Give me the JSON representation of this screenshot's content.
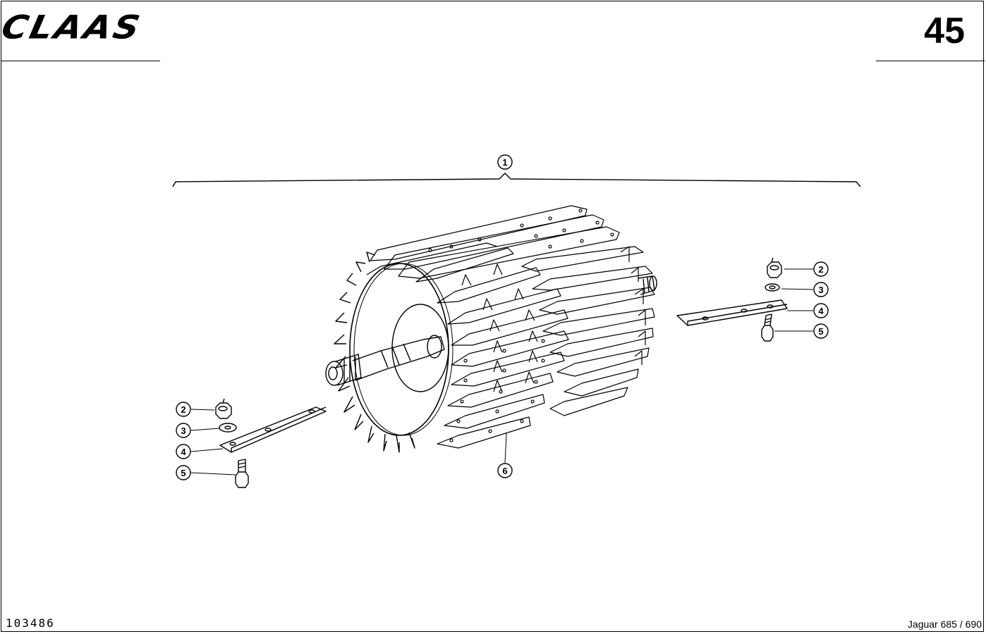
{
  "header": {
    "brand": "CLAAS",
    "page_number": "45"
  },
  "footer": {
    "drawing_number": "103486",
    "model": "Jaguar 685 / 690"
  },
  "callouts": {
    "assembly": "1",
    "right_nut": "2",
    "right_washer": "3",
    "right_knife": "4",
    "right_bolt": "5",
    "left_nut": "2",
    "left_washer": "3",
    "left_knife": "4",
    "left_bolt": "5",
    "drum_bar": "6"
  }
}
